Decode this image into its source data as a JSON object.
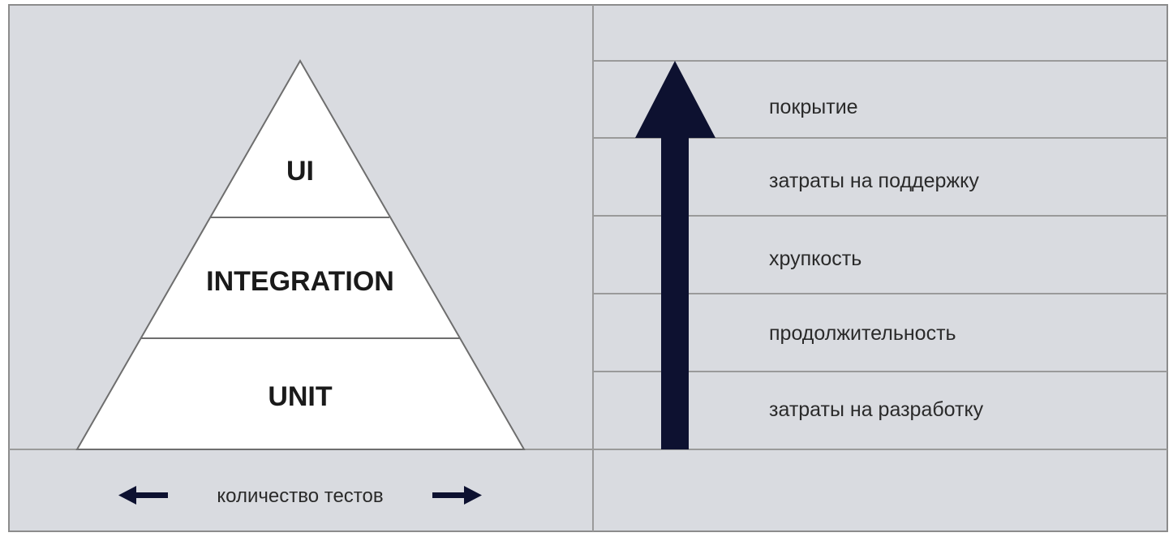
{
  "colors": {
    "background": "#d9dbe0",
    "border": "#8c8c8c",
    "line": "#9a9a9a",
    "pyramid_fill": "#ffffff",
    "pyramid_stroke": "#6e6e6e",
    "arrow": "#0d1130"
  },
  "pyramid": {
    "levels": [
      {
        "label": "UI"
      },
      {
        "label": "INTEGRATION"
      },
      {
        "label": "UNIT"
      }
    ]
  },
  "bottom_axis": {
    "label": "количество тестов",
    "left_arrow_icon": "arrow-left-icon",
    "right_arrow_icon": "arrow-right-icon"
  },
  "scale": {
    "arrow_icon": "arrow-up-icon",
    "rows": [
      {
        "label": "покрытие"
      },
      {
        "label": "затраты на поддержку"
      },
      {
        "label": "хрупкость"
      },
      {
        "label": "продолжительность"
      },
      {
        "label": "затраты на разработку"
      }
    ]
  }
}
